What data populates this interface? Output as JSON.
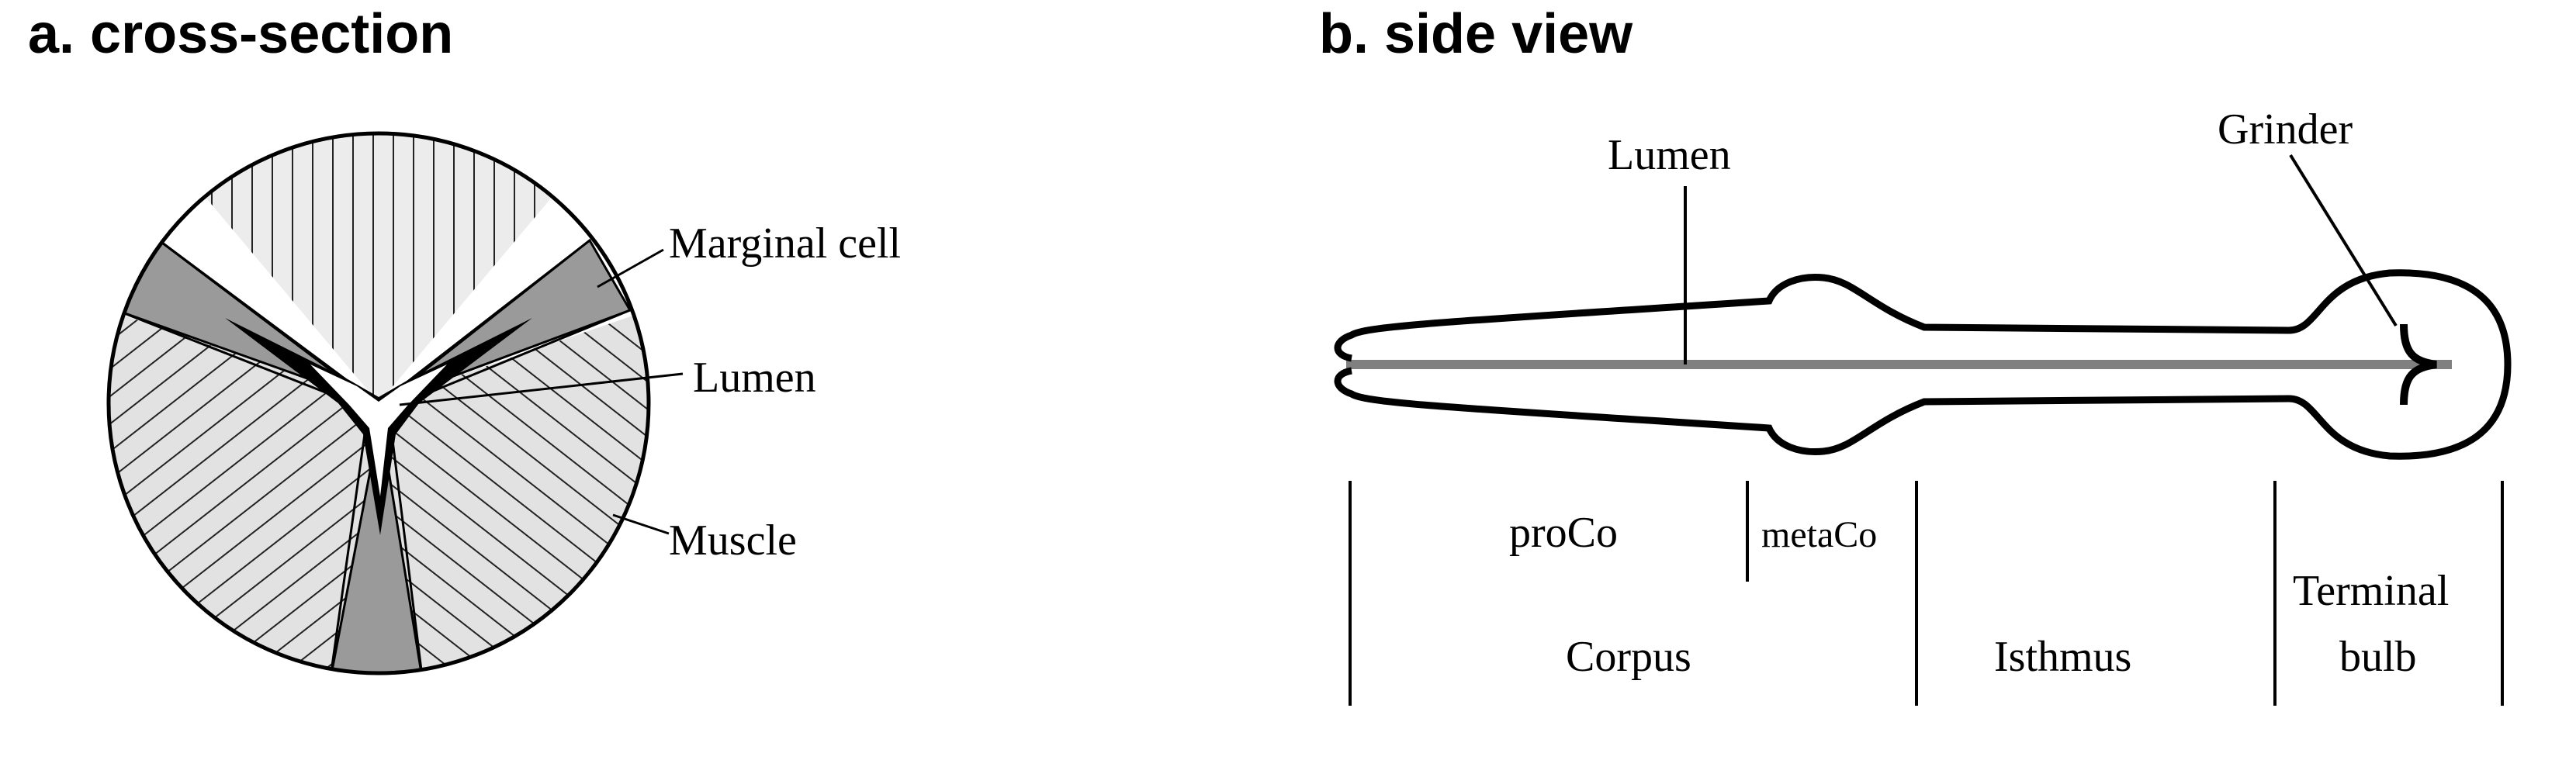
{
  "panel_a": {
    "title": "a. cross-section",
    "labels": {
      "marginal_cell": "Marginal cell",
      "lumen": "Lumen",
      "muscle": "Muscle"
    }
  },
  "panel_b": {
    "title": "b. side view",
    "labels": {
      "lumen": "Lumen",
      "grinder": "Grinder",
      "proco": "proCo",
      "metaco": "metaCo",
      "corpus": "Corpus",
      "isthmus": "Isthmus",
      "terminal_line1": "Terminal",
      "terminal_line2": "bulb"
    }
  },
  "colors": {
    "marginal_cell_fill": "#9a9a9a",
    "muscle_fill": "#e2e2e2",
    "lumen_line": "#808080",
    "stroke": "#000000"
  }
}
